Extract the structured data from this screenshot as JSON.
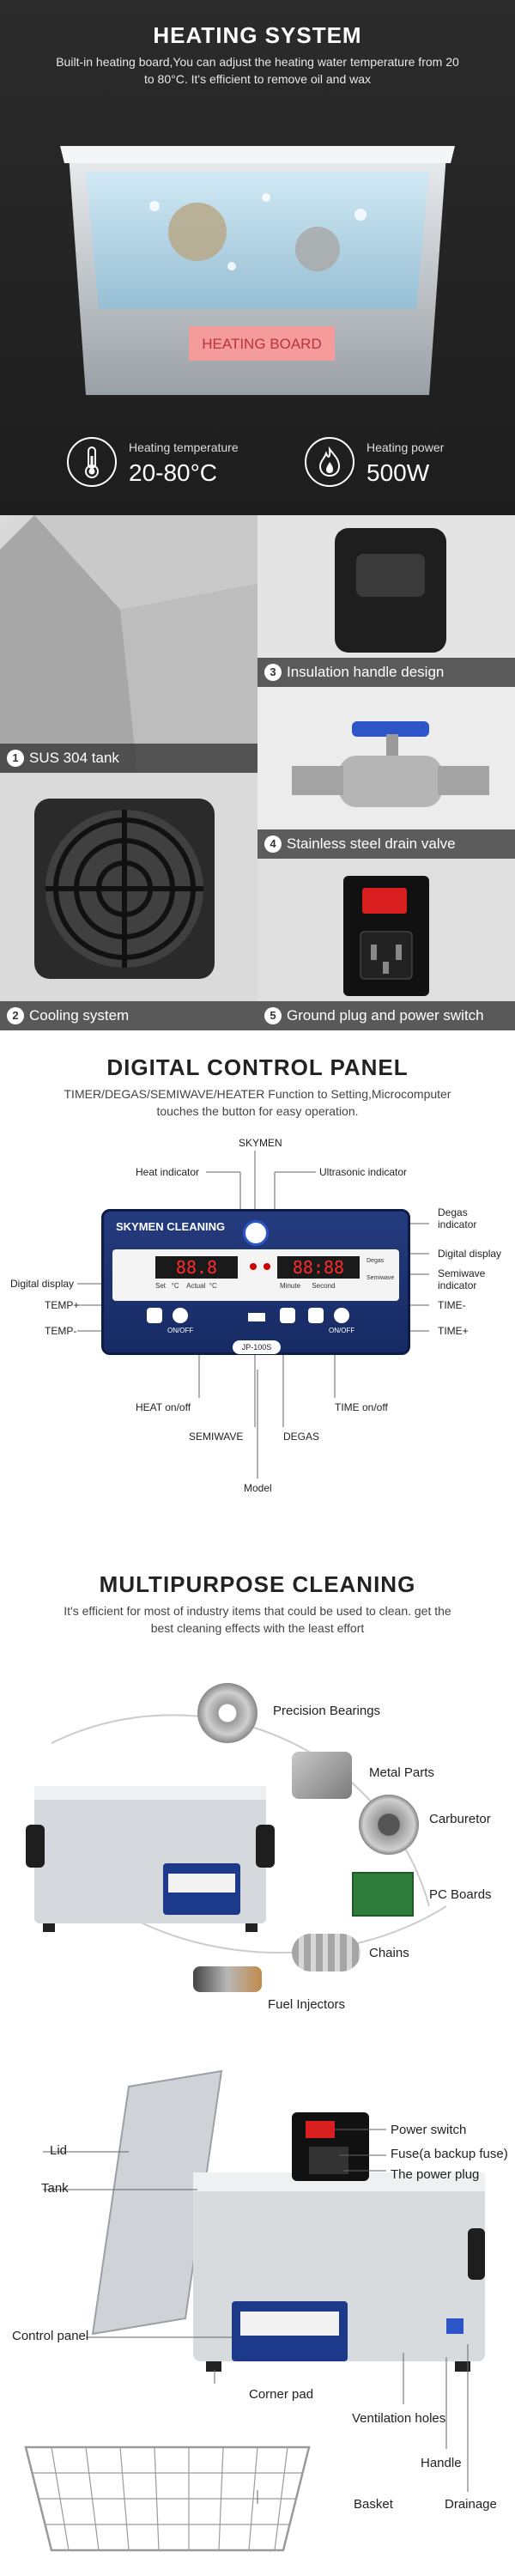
{
  "heating": {
    "title": "HEATING SYSTEM",
    "desc": "Built-in heating board,You can adjust the heating water temperature from 20 to 80°C. It's efficient to remove oil and wax",
    "board_label": "HEATING BOARD",
    "temp_label": "Heating temperature",
    "temp_value": "20-80°C",
    "power_label": "Heating power",
    "power_value": "500W"
  },
  "features": [
    {
      "num": "1",
      "label": "SUS 304 tank"
    },
    {
      "num": "2",
      "label": "Cooling system"
    },
    {
      "num": "3",
      "label": "Insulation handle design"
    },
    {
      "num": "4",
      "label": "Stainless steel drain valve"
    },
    {
      "num": "5",
      "label": "Ground plug and power switch"
    }
  ],
  "panel": {
    "title": "DIGITAL CONTROL PANEL",
    "desc": "TIMER/DEGAS/SEMIWAVE/HEATER Function to Setting,Microcomputer touches the button for easy operation.",
    "brand": "SKYMEN CLEANING",
    "model_text": "JP-100S",
    "labels": {
      "skymen": "SKYMEN",
      "heat_indicator": "Heat indicator",
      "ultrasonic_indicator": "Ultrasonic indicator",
      "degas_indicator": "Degas indicator",
      "digital_display_left": "Digital display",
      "digital_display_right": "Digital display",
      "semiwave_indicator": "Semiwave indicator",
      "temp_plus": "TEMP+",
      "temp_minus": "TEMP-",
      "time_minus": "TIME-",
      "time_plus": "TIME+",
      "heat_onoff": "HEAT on/off",
      "semiwave": "SEMIWAVE",
      "degas": "DEGAS",
      "time_onoff": "TIME on/off",
      "model": "Model"
    },
    "display_left": "88.8",
    "display_right": "88:88",
    "display_left_sub": "Set   °C    Actual  °C",
    "display_right_sub": "Minute      Second",
    "panel_degas": "Degas",
    "panel_semiwave": "Semiwave",
    "btn_onoff": "ON/OFF"
  },
  "multi": {
    "title": "MULTIPURPOSE CLEANING",
    "desc": "It's efficient for most of industry items that could be used to clean. get the best cleaning effects with the least effort",
    "items": [
      "Precision Bearings",
      "Metal Parts",
      "Carburetor",
      "PC Boards",
      "Chains",
      "Fuel Injectors"
    ]
  },
  "parts": {
    "power_switch": "Power switch",
    "fuse": "Fuse(a backup fuse)",
    "power_plug": "The power plug",
    "lid": "Lid",
    "tank": "Tank",
    "control_panel": "Control panel",
    "corner_pad": "Corner pad",
    "ventilation": "Ventilation holes",
    "handle": "Handle",
    "basket": "Basket",
    "drainage": "Drainage"
  },
  "colors": {
    "heating_bg": "#222222",
    "heating_board": "#f08080",
    "caption_bg": "#3c3c3c",
    "panel_blue": "#1d3a8a",
    "display_red": "#ff2a2a",
    "switch_red": "#d81e1e"
  }
}
